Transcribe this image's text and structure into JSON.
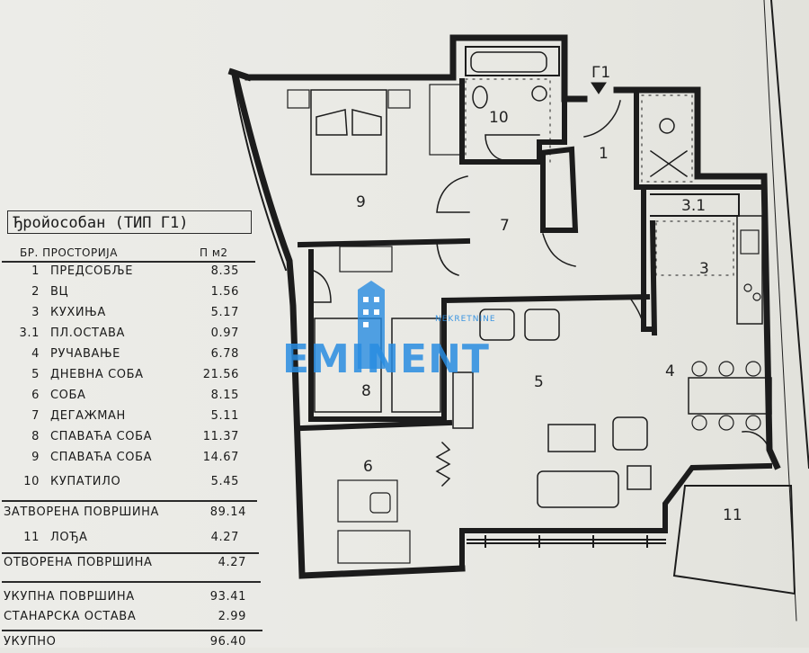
{
  "plan": {
    "title": "Ђройособан (ТИП Г1)",
    "marker": "Г1",
    "header": {
      "col_room": "БР. ПРОСТОРИЈА",
      "col_area": "П м2"
    },
    "rooms": [
      {
        "no": "1",
        "name": "ПРЕДСОБЉЕ",
        "area": "8.35"
      },
      {
        "no": "2",
        "name": "ВЦ",
        "area": "1.56"
      },
      {
        "no": "3",
        "name": "КУХИЊА",
        "area": "5.17"
      },
      {
        "no": "3.1",
        "name": "ПЛ.ОСТАВА",
        "area": "0.97"
      },
      {
        "no": "4",
        "name": "РУЧАВАЊЕ",
        "area": "6.78"
      },
      {
        "no": "5",
        "name": "ДНЕВНА СОБА",
        "area": "21.56"
      },
      {
        "no": "6",
        "name": "СОБА",
        "area": "8.15"
      },
      {
        "no": "7",
        "name": "ДЕГАЖМАН",
        "area": "5.11"
      },
      {
        "no": "8",
        "name": "СПАВАЋА СОБА",
        "area": "11.37"
      },
      {
        "no": "9",
        "name": "СПАВАЋА СОБА",
        "area": "14.67"
      },
      {
        "no": "10",
        "name": "КУПАТИЛО",
        "area": "5.45"
      }
    ],
    "closed_area": {
      "label": "ЗАТВОРЕНА ПОВРШИНА",
      "value": "89.14"
    },
    "loggia": {
      "no": "11",
      "name": "ЛОЂА",
      "area": "4.27"
    },
    "open_area": {
      "label": "ОТВОРЕНА ПОВРШИНА",
      "value": "4.27"
    },
    "total_area": {
      "label": "УКУПНА ПОВРШИНА",
      "value": "93.41"
    },
    "storage": {
      "label": "СТАНАРСКА ОСТАВА",
      "value": "2.99"
    },
    "grand_total": {
      "label": "УКУПНО",
      "value": "96.40"
    },
    "room_labels": [
      "1",
      "3",
      "3.1",
      "4",
      "5",
      "6",
      "7",
      "8",
      "9",
      "10",
      "11"
    ]
  },
  "watermark": {
    "brand": "EMINENT",
    "tagline": "NEKRETNINE",
    "color": "#288ce1"
  }
}
